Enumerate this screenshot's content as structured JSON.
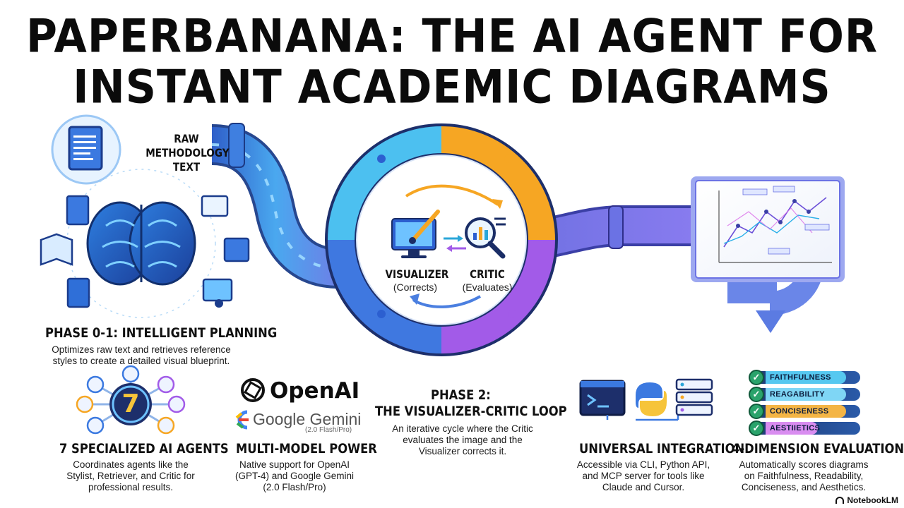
{
  "title": {
    "line1": "PAPERBANANA: THE AI AGENT FOR",
    "line2": "INSTANT ACADEMIC DIAGRAMS"
  },
  "input": {
    "label_line1": "RAW",
    "label_line2": "METHODOLOGY",
    "label_line3": "TEXT"
  },
  "loop": {
    "visualizer_label": "VISUALIZER",
    "visualizer_sub": "(Corrects)",
    "critic_label": "CRITIC",
    "critic_sub": "(Evaluates)"
  },
  "phase01": {
    "heading": "PHASE 0-1: INTELLIGENT PLANNING",
    "desc_line1": "Optimizes raw text and retrieves reference",
    "desc_line2": "styles to create a detailed visual blueprint."
  },
  "agents": {
    "number": "7",
    "heading": "7 SPECIALIZED AI AGENTS",
    "desc_line1": "Coordinates agents like the",
    "desc_line2": "Stylist, Retriever, and Critic for",
    "desc_line3": "professional results."
  },
  "models": {
    "openai_label": "OpenAI",
    "gemini_label": "Google Gemini",
    "gemini_sub": "(2.0 Flash/Pro)",
    "heading": "MULTI-MODEL POWER",
    "desc_line1": "Native support for OpenAI",
    "desc_line2": "(GPT-4) and Google Gemini",
    "desc_line3": "(2.0 Flash/Pro)"
  },
  "phase2": {
    "heading_line1": "PHASE 2:",
    "heading_line2": "THE VISUALIZER-CRITIC LOOP",
    "desc_line1": "An iterative cycle where the Critic",
    "desc_line2": "evaluates the image and the",
    "desc_line3": "Visualizer corrects it."
  },
  "integration": {
    "heading": "UNIVERSAL INTEGRATION",
    "desc_line1": "Accessible via CLI, Python API,",
    "desc_line2": "and MCP server for tools like",
    "desc_line3": "Claude and Cursor."
  },
  "evaluation": {
    "heading": "4-DIMENSION EVALUATION",
    "desc_line1": "Automatically scores diagrams",
    "desc_line2": "on Faithfulness, Readability,",
    "desc_line3": "Conciseness, and Aesthetics.",
    "bars": [
      {
        "label": "FAITHFULNESS",
        "level": 0.85,
        "color": "#56c8f0"
      },
      {
        "label": "REAGABILITY",
        "level": 0.85,
        "color": "#7fd6f5"
      },
      {
        "label": "CONCISENESS",
        "level": 0.85,
        "color": "#f4b545"
      },
      {
        "label": "AESTIIETICS",
        "level": 0.55,
        "color": "#d98df0"
      }
    ]
  },
  "brand": {
    "name": "NotebookLM"
  },
  "colors": {
    "pipe_blue": "#3b6fd6",
    "pipe_cyan": "#4cc9f0",
    "loop_orange": "#f6a623",
    "loop_purple": "#9b59e6"
  }
}
